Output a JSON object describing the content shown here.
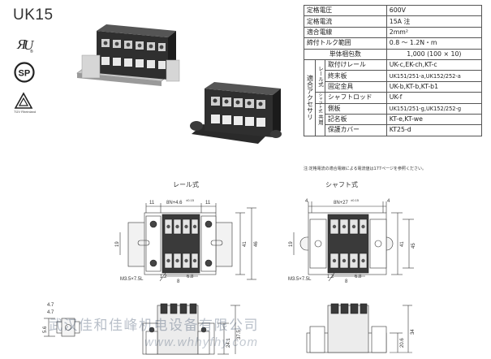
{
  "title": "UK15",
  "certifications": {
    "ul_icon": "ul-recognized-icon",
    "csa_icon": "csa-icon",
    "tuv_icon": "tuv-icon",
    "tuv_label": "TÜV Rheinland"
  },
  "spec_table": {
    "rows": [
      {
        "label": "定格電圧",
        "value": "600V"
      },
      {
        "label": "定格電流",
        "value": "15A 注"
      },
      {
        "label": "適合電線",
        "value": "2mm²"
      },
      {
        "label": "締付トルク範囲",
        "value": "0.8 〜 1.2N・m"
      },
      {
        "label": "単体梱包数",
        "value": "1,000 (100 × 10)"
      }
    ],
    "accessory_group": "適合アクセサリ",
    "rail_group": "レール式",
    "shaft_group": "シャフト式",
    "common_group": "共用",
    "accessories": [
      {
        "label": "取付けレール",
        "value": "UK-c,EK-ch,KT-c"
      },
      {
        "label": "終末板",
        "value": "UK151/251-a,UK152/252-a"
      },
      {
        "label": "固定金具",
        "value": "UK-b,KT-b,KT-b1"
      },
      {
        "label": "シャフトロッド",
        "value": "UK-f"
      },
      {
        "label": "側板",
        "value": "UK151/251-g,UK152/252-g"
      },
      {
        "label": "記名板",
        "value": "KT-e,KT-we"
      },
      {
        "label": "保護カバー",
        "value": "KT25-d"
      }
    ]
  },
  "note": "注:定格電流の適合電線による電流値は177ページを参照ください。",
  "drawings": {
    "rail_title": "レール式",
    "shaft_title": "シャフト式",
    "rail": {
      "dim_left": "11",
      "dim_top": "8N+4.6",
      "dim_top_tol": "±0.15",
      "dim_right": "11",
      "dim_height_inner": "41",
      "dim_height_outer": "46",
      "dim_left_height": "19",
      "screw": "M3.5×7.5L",
      "pitch1": "1.2",
      "pitch2": "8",
      "pitch3": "6.8",
      "side_4_7a": "4.7",
      "side_4_7b": "4.7",
      "side_5_6": "5.6",
      "side_24_1": "24.1",
      "side_37_5": "37.5"
    },
    "shaft": {
      "dim_left": "4",
      "dim_top": "8N+27",
      "dim_top_tol": "±0.15",
      "dim_right": "4",
      "dim_height_inner": "41",
      "dim_height_45": "45",
      "dim_left_height": "19",
      "screw": "M3.5×7.5L",
      "pitch1": "1.2",
      "pitch2": "8",
      "pitch3": "6.8",
      "side_20_6": "20.6",
      "side_34": "34"
    }
  },
  "watermark": {
    "line1": "武汉佳和佳峰机电设备有限公司",
    "line2": "www.whhyfhy.com"
  }
}
